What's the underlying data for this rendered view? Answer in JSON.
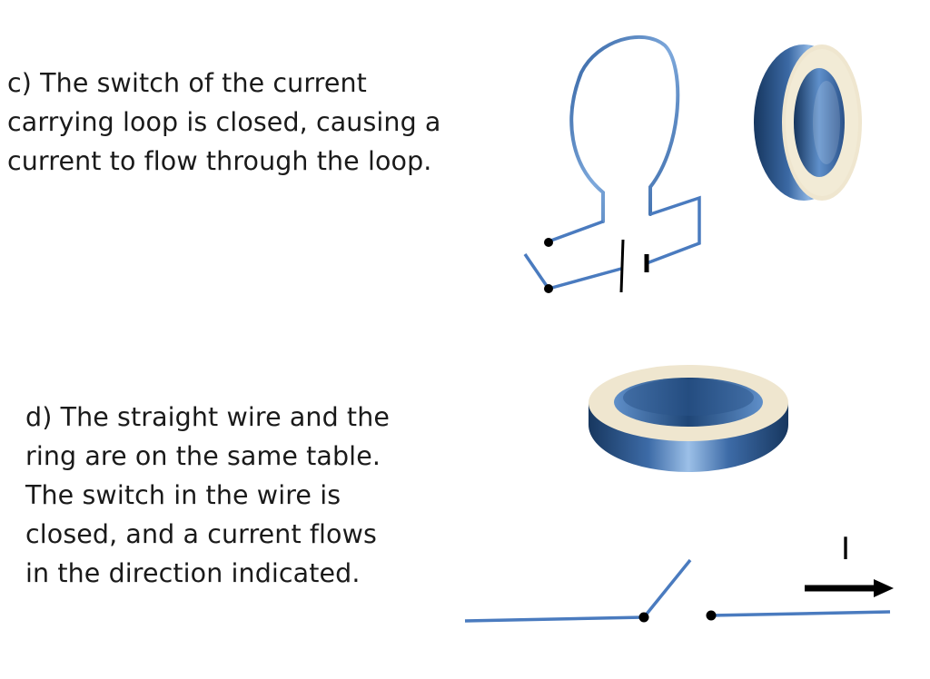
{
  "part_c": {
    "lines": [
      "c) The switch of the current",
      "carrying loop is closed, causing a",
      "current to flow through the loop."
    ]
  },
  "part_d": {
    "lines": [
      "d) The straight wire and the",
      "ring are on the same table.",
      "The switch in the wire is",
      "closed, and a current flows",
      "in the direction indicated."
    ],
    "current_label": "I"
  },
  "colors": {
    "wire": "#4a7bbf",
    "ring_dark": "#1f4677",
    "ring_light": "#6f9fd6",
    "ring_top": "#efe6cf",
    "ink": "#000000"
  }
}
